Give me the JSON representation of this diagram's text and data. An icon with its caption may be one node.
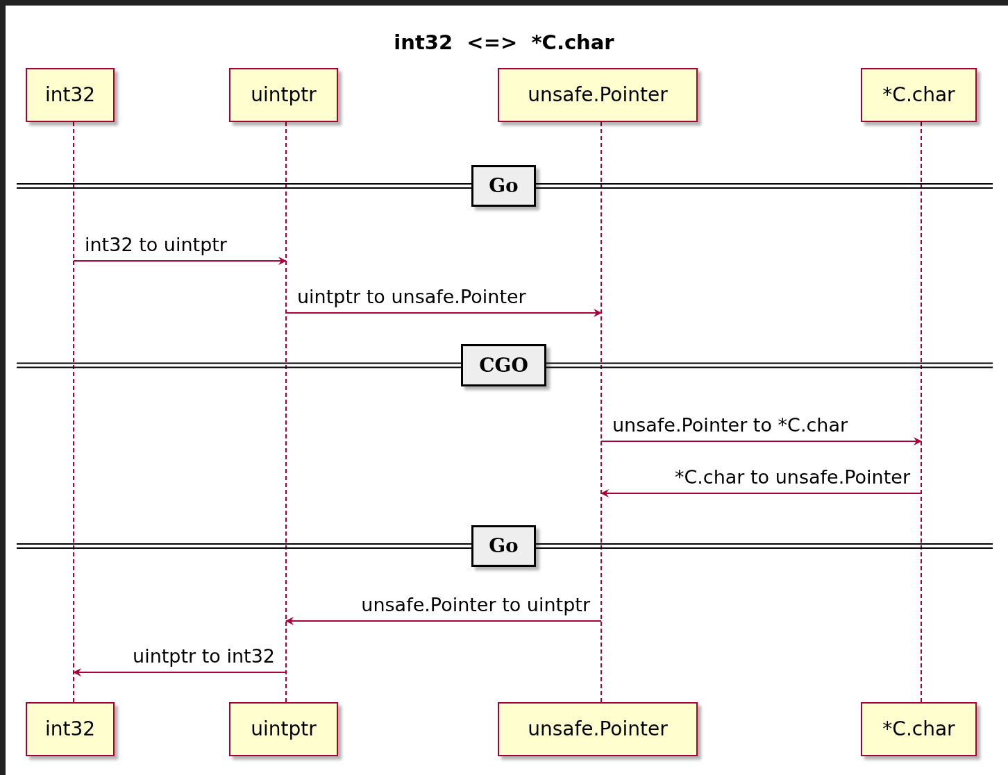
{
  "diagram": {
    "title": "int32  <=>  *C.char",
    "nodes": [
      {
        "text": [
          "int32"
        ]
      },
      {
        "text": [
          "uintptr"
        ]
      },
      {
        "text": [
          "unsafe.Pointer"
        ]
      },
      {
        "text": [
          "*C.char"
        ]
      },
      {
        "text": [
          "Go"
        ]
      },
      {
        "text": [
          "CGO"
        ]
      },
      {
        "text": [
          "Go"
        ]
      },
      {
        "text": [
          "int32"
        ]
      },
      {
        "text": [
          "uintptr"
        ]
      },
      {
        "text": [
          "unsafe.Pointer"
        ]
      },
      {
        "text": [
          "*C.char"
        ]
      },
      {
        "text": [],
        "shape": "line"
      },
      {
        "text": [],
        "shape": "line"
      },
      {
        "text": [],
        "shape": "line"
      },
      {
        "text": [],
        "shape": "line"
      }
    ],
    "edges": [
      {
        "from": 11,
        "to": 12,
        "arrow": "to",
        "label": "int32 to uintptr"
      },
      {
        "from": 12,
        "to": 13,
        "arrow": "to",
        "label": "uintptr to unsafe.Pointer"
      },
      {
        "from": 13,
        "to": 14,
        "arrow": "to",
        "label": "unsafe.Pointer to *C.char"
      },
      {
        "from": 14,
        "to": 13,
        "arrow": "to",
        "label": "*C.char to unsafe.Pointer"
      },
      {
        "from": 13,
        "to": 12,
        "arrow": "to",
        "label": "unsafe.Pointer to uintptr"
      },
      {
        "from": 12,
        "to": 11,
        "arrow": "to",
        "label": "uintptr to int32"
      }
    ]
  }
}
